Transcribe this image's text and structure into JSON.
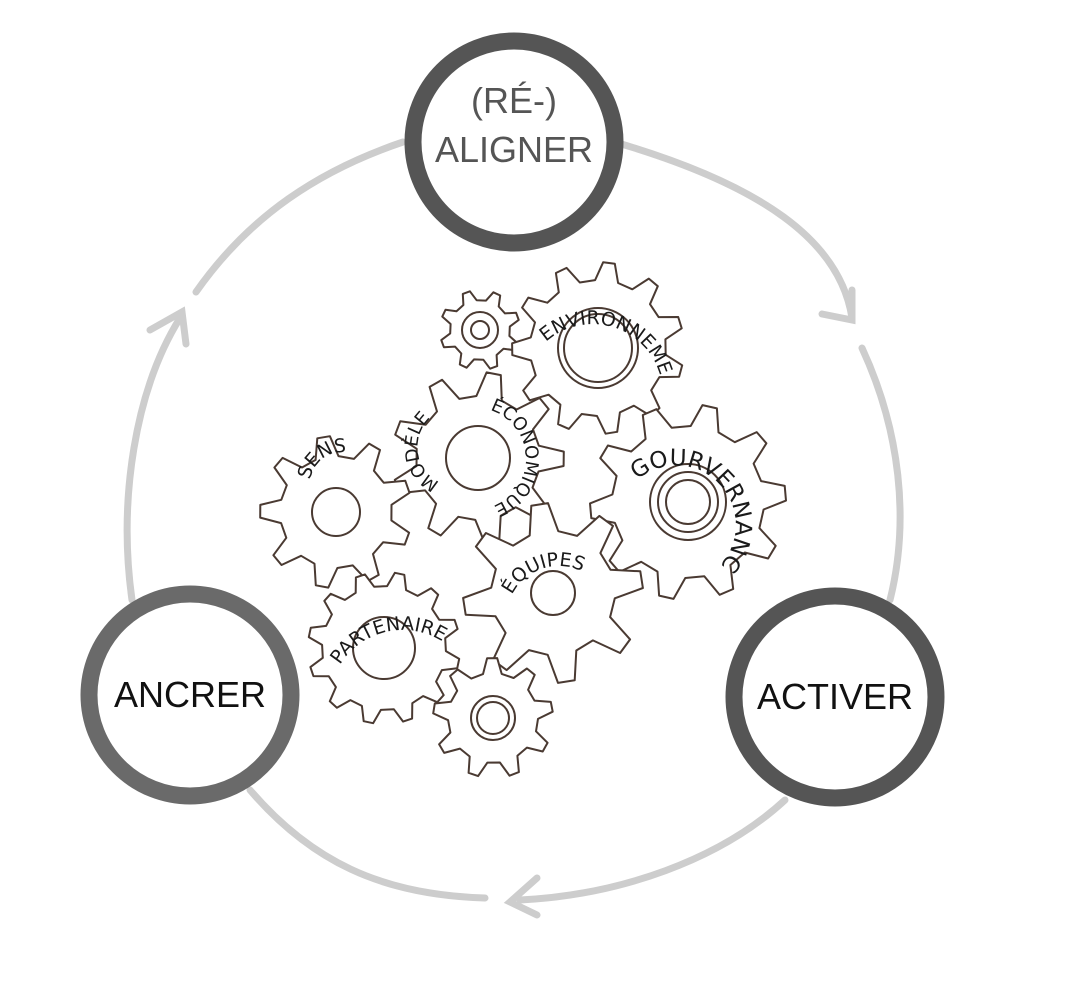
{
  "colors": {
    "cycle": "#cdcdcd",
    "ring_dark": "#555555",
    "ring_mid": "#6a6a6a",
    "node_text_grey": "#555555",
    "node_text_black": "#111111",
    "gear_stroke": "#4a3a32"
  },
  "nodes": {
    "aligner": {
      "line1": "(RÉ-)",
      "line2": "ALIGNER"
    },
    "ancrer": {
      "label": "ANCRER"
    },
    "activer": {
      "label": "ACTIVER"
    }
  },
  "gears": {
    "environnement": "ENVIRONNEMENT",
    "modele_line1": "MODÈLE",
    "modele_line2": "ÉCONOMIQUE",
    "sens": "SENS",
    "gouvernance": "GOURVERNANCE",
    "equipes": "ÉQUIPES",
    "partenaires": "PARTENAIRES"
  }
}
